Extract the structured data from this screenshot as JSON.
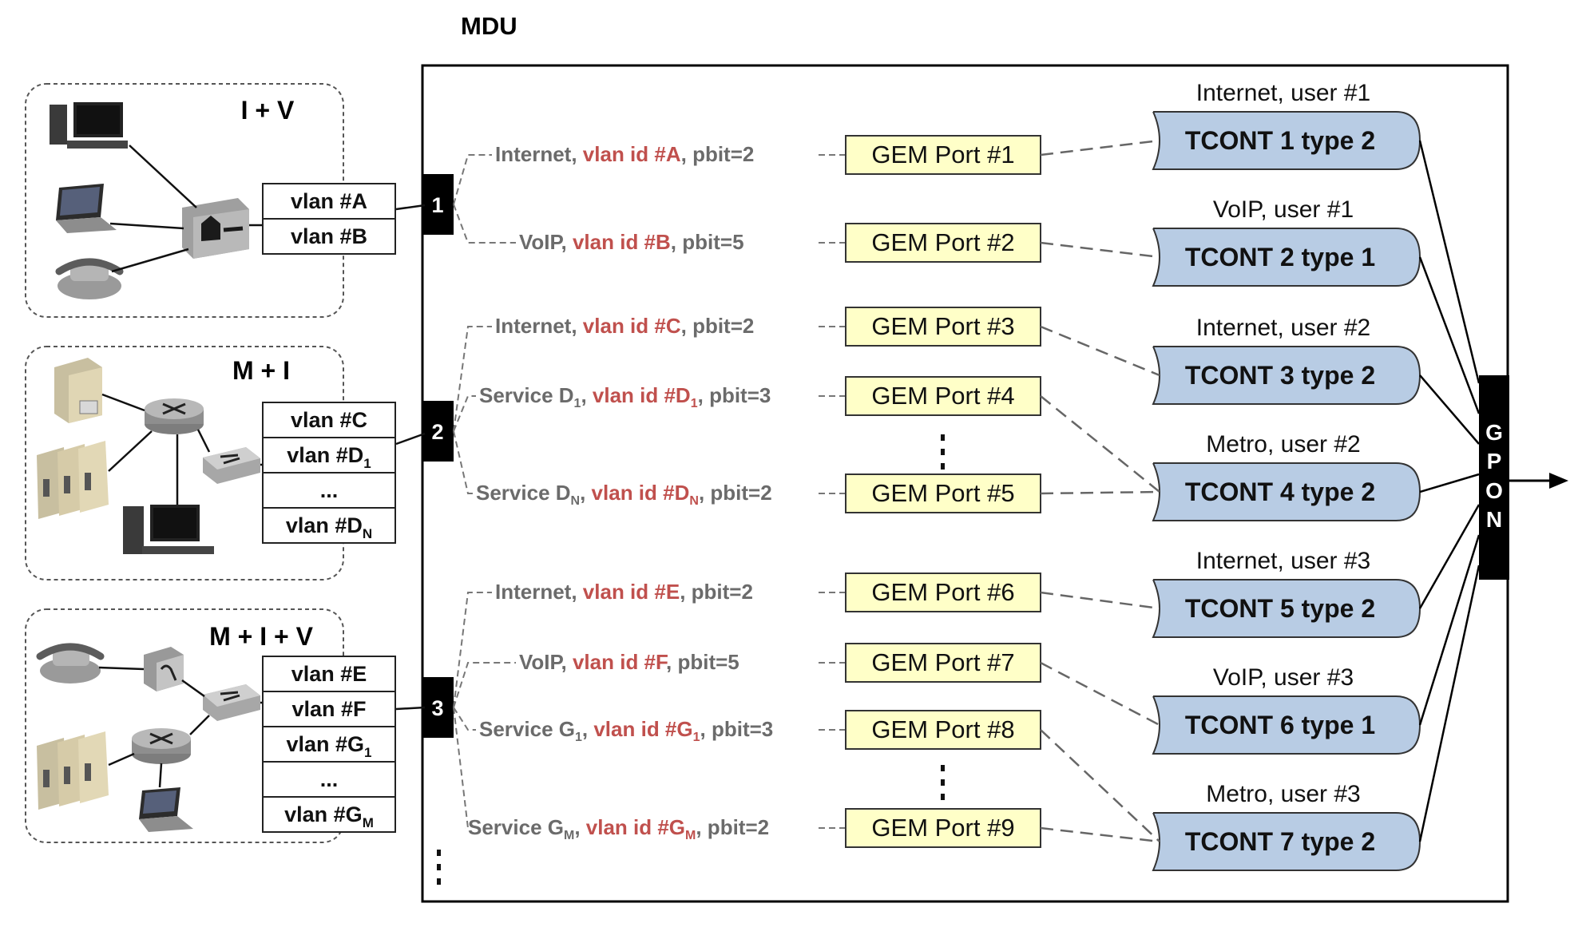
{
  "title": "MDU",
  "colors": {
    "gem_fill": "#ffffc8",
    "tcont_fill": "#b8cce4",
    "vlan_red": "#c0504d",
    "flow_grey": "#6b6b6b",
    "port_black": "#000000"
  },
  "groups": [
    {
      "label": "I + V",
      "devices": [
        "desktop-computer-icon",
        "laptop-icon",
        "telephone-icon",
        "home-gateway-icon"
      ],
      "vlans": [
        {
          "text": "vlan #A",
          "sub": ""
        },
        {
          "text": "vlan #B",
          "sub": ""
        }
      ],
      "port": "1"
    },
    {
      "label": "M + I",
      "devices": [
        "server-icon",
        "router-icon",
        "server-rack-icon",
        "switch-icon",
        "desktop-computer-icon"
      ],
      "vlans": [
        {
          "text": "vlan #C",
          "sub": ""
        },
        {
          "text": "vlan #D",
          "sub": "1"
        },
        {
          "text": "...",
          "sub": ""
        },
        {
          "text": "vlan #D",
          "sub": "N"
        }
      ],
      "port": "2"
    },
    {
      "label": "M + I + V",
      "devices": [
        "telephone-icon",
        "voip-adapter-icon",
        "switch-icon",
        "router-icon",
        "server-rack-icon",
        "laptop-icon"
      ],
      "vlans": [
        {
          "text": "vlan #E",
          "sub": ""
        },
        {
          "text": "vlan #F",
          "sub": ""
        },
        {
          "text": "vlan #G",
          "sub": "1"
        },
        {
          "text": "...",
          "sub": ""
        },
        {
          "text": "vlan #G",
          "sub": "M"
        }
      ],
      "port": "3"
    }
  ],
  "flows": [
    {
      "pre": "Internet, ",
      "vlan": "vlan id #A",
      "vsub": "",
      "pbit": ", pbit=2",
      "svc_sub": ""
    },
    {
      "pre": "VoIP, ",
      "vlan": "vlan id #B",
      "vsub": "",
      "pbit": ", pbit=5",
      "svc_sub": ""
    },
    {
      "pre": "Internet, ",
      "vlan": "vlan id #C",
      "vsub": "",
      "pbit": ", pbit=2",
      "svc_sub": ""
    },
    {
      "pre": "Service D",
      "svc_sub": "1",
      "pre2": ", ",
      "vlan": "vlan id #D",
      "vsub": "1",
      "pbit": ", pbit=3"
    },
    {
      "pre": "Service D",
      "svc_sub": "N",
      "pre2": ", ",
      "vlan": "vlan id #D",
      "vsub": "N",
      "pbit": ", pbit=2"
    },
    {
      "pre": "Internet, ",
      "vlan": "vlan id #E",
      "vsub": "",
      "pbit": ", pbit=2",
      "svc_sub": ""
    },
    {
      "pre": "VoIP, ",
      "vlan": "vlan id #F",
      "vsub": "",
      "pbit": ", pbit=5",
      "svc_sub": ""
    },
    {
      "pre": "Service G",
      "svc_sub": "1",
      "pre2": ", ",
      "vlan": "vlan id #G",
      "vsub": "1",
      "pbit": ", pbit=3"
    },
    {
      "pre": "Service G",
      "svc_sub": "M",
      "pre2": ", ",
      "vlan": "vlan id #G",
      "vsub": "M",
      "pbit": ", pbit=2"
    }
  ],
  "gem_ports": [
    "GEM Port #1",
    "GEM Port #2",
    "GEM Port #3",
    "GEM Port #4",
    "GEM Port #5",
    "GEM Port #6",
    "GEM Port #7",
    "GEM Port #8",
    "GEM Port #9"
  ],
  "tconts": [
    {
      "label": "TCONT 1 type 2",
      "caption": "Internet, user #1"
    },
    {
      "label": "TCONT 2 type 1",
      "caption": "VoIP, user #1"
    },
    {
      "label": "TCONT 3 type 2",
      "caption": "Internet, user #2"
    },
    {
      "label": "TCONT 4 type 2",
      "caption": "Metro, user #2"
    },
    {
      "label": "TCONT 5 type 2",
      "caption": "Internet, user #3"
    },
    {
      "label": "TCONT 6 type 1",
      "caption": "VoIP, user #3"
    },
    {
      "label": "TCONT 7 type 2",
      "caption": "Metro, user #3"
    }
  ],
  "gpon_label": [
    "G",
    "P",
    "O",
    "N"
  ]
}
